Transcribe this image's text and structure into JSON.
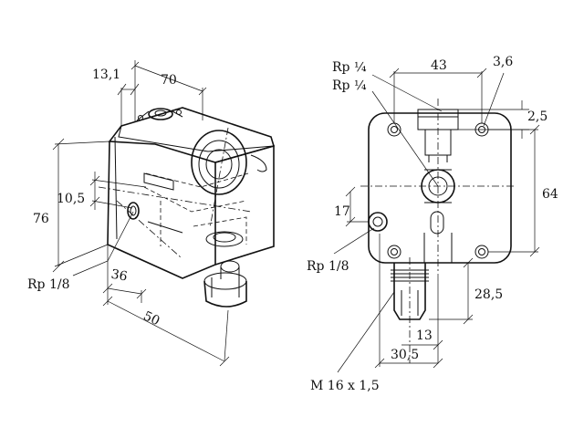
{
  "labels": {
    "left_13_1": "13,1",
    "left_70": "70",
    "left_10_5": "10,5",
    "left_76": "76",
    "left_rp18": "Rp 1/8",
    "left_36": "36",
    "left_50": "50",
    "right_rp14_a": "Rp ¼",
    "right_rp14_b": "Rp ¼",
    "right_43": "43",
    "right_3_6": "3,6",
    "right_2_5": "2,5",
    "right_64": "64",
    "right_17": "17",
    "right_rp18": "Rp 1/8",
    "right_28_5": "28,5",
    "right_13": "13",
    "right_30_5": "30,5",
    "right_m16": "M 16 x 1,5"
  }
}
